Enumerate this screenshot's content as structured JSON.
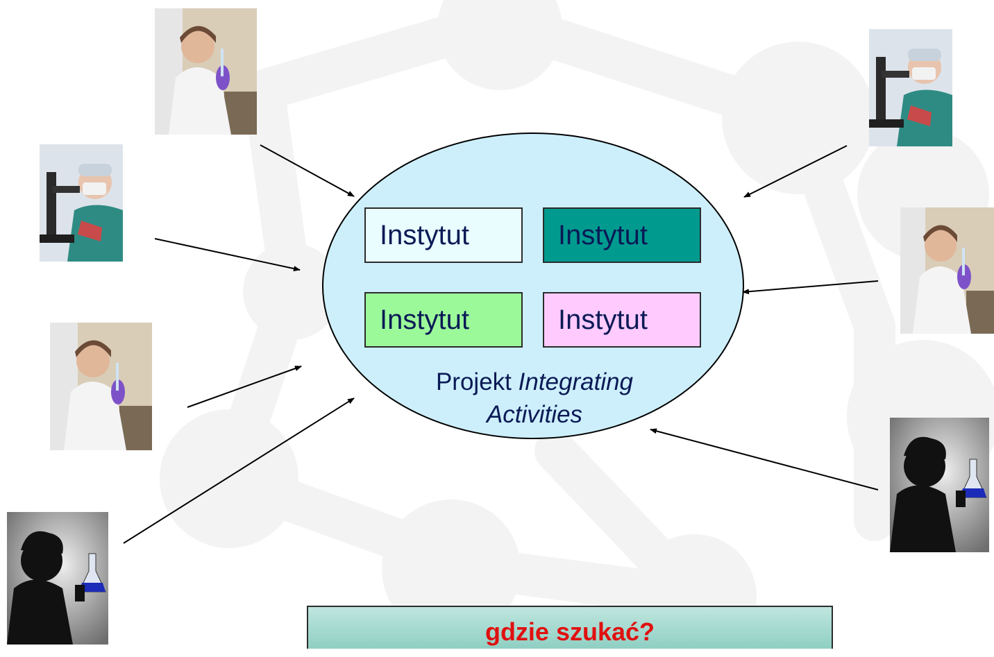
{
  "institutes": [
    {
      "label": "Instytut",
      "color": "#e9fdff",
      "text_color": "#0a1a55"
    },
    {
      "label": "Instytut",
      "color": "#009a8f",
      "text_color": "#0a1a55"
    },
    {
      "label": "Instytut",
      "color": "#9cf99a",
      "text_color": "#0a1a55"
    },
    {
      "label": "Instytut",
      "color": "#ffcbff",
      "text_color": "#0a1a55"
    }
  ],
  "project_label": {
    "prefix": "Projekt",
    "italic_part": "Integrating Activities"
  },
  "question": "gdzie szukać?",
  "colors": {
    "ellipse_fill": "#cdeffc",
    "question_text": "#e01010",
    "background_pattern": "#f3f3f3"
  },
  "people": [
    {
      "type": "woman-scientist-icon"
    },
    {
      "type": "surgeon-microscope-icon"
    },
    {
      "type": "woman-scientist-icon"
    },
    {
      "type": "silhouette-flask-icon"
    },
    {
      "type": "surgeon-microscope-icon"
    },
    {
      "type": "woman-scientist-icon"
    },
    {
      "type": "silhouette-flask-icon"
    }
  ]
}
